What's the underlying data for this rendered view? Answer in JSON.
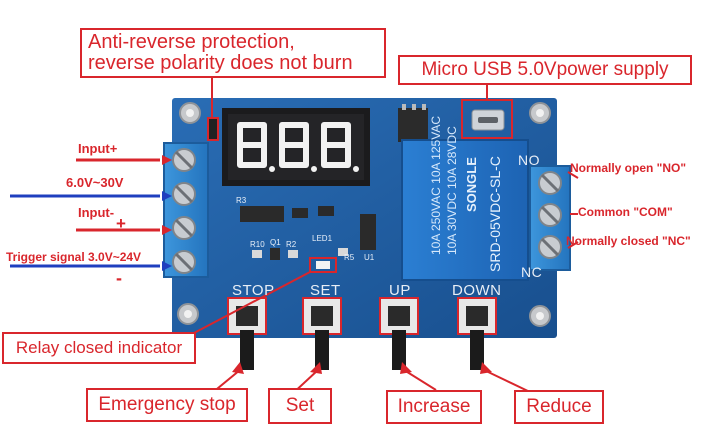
{
  "callouts": {
    "anti_reverse_line1": "Anti-reverse protection,",
    "anti_reverse_line2": "reverse polarity does not burn",
    "usb": "Micro USB 5.0Vpower supply",
    "relay_indicator": "Relay closed indicator",
    "emergency_stop": "Emergency stop",
    "set": "Set",
    "increase": "Increase",
    "reduce": "Reduce"
  },
  "left_labels": {
    "input_plus": "Input+",
    "voltage_range": "6.0V~30V",
    "input_minus": "Input-",
    "plus_sign": "+",
    "trigger": "Trigger signal  3.0V~24V",
    "minus_sign": "-"
  },
  "right_labels": {
    "normally_open": "Normally open \"NO\"",
    "common": "Common \"COM\"",
    "normally_closed": "Normally closed \"NC\"",
    "no": "NO",
    "nc": "NC"
  },
  "buttons": {
    "stop": "STOP",
    "set": "SET",
    "up": "UP",
    "down": "DOWN"
  },
  "relay": {
    "brand": "SONGLE",
    "model": "SRD-05VDC-SL-C",
    "rating1": "10A 250VAC  10A 125VAC",
    "rating2": "10A 30VDC  10A 28VDC"
  },
  "pcb": {
    "r3": "R3",
    "r10": "R10",
    "q1": "Q1",
    "r2": "R2",
    "led1": "LED1",
    "r5": "R5",
    "u1": "U1"
  },
  "colors": {
    "pcb": "#1f5fa8",
    "callout_red": "#d9262c",
    "wire_blue": "#1f3fbf",
    "terminal_blue": "#2d7fc8"
  }
}
